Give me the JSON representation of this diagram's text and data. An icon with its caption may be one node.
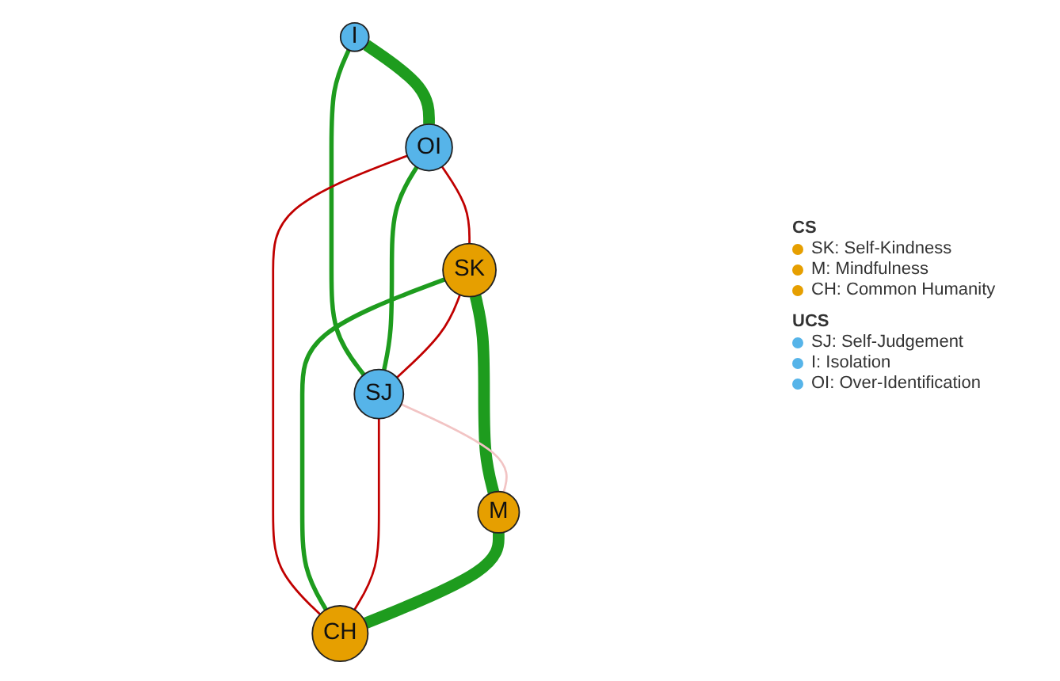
{
  "diagram": {
    "nodes": [
      {
        "text": [
          "OI"
        ]
      },
      {
        "text": [
          "I"
        ]
      },
      {
        "text": [
          "SK"
        ]
      },
      {
        "text": [
          "SJ"
        ]
      },
      {
        "text": [
          "M"
        ]
      },
      {
        "text": [
          "CH"
        ]
      }
    ],
    "edges": [
      {
        "from": 1,
        "to": 0,
        "arrow": "none",
        "style": "thick"
      },
      {
        "from": 1,
        "to": 3,
        "arrow": "none"
      },
      {
        "from": 0,
        "to": 3,
        "arrow": "none"
      },
      {
        "from": 0,
        "to": 2,
        "arrow": "none",
        "color": "#c00000"
      },
      {
        "from": 0,
        "to": 5,
        "arrow": "none",
        "color": "#c00000"
      },
      {
        "from": 2,
        "to": 3,
        "arrow": "none",
        "color": "#c00000"
      },
      {
        "from": 2,
        "to": 4,
        "arrow": "none",
        "style": "thick"
      },
      {
        "from": 2,
        "to": 5,
        "arrow": "none"
      },
      {
        "from": 3,
        "to": 4,
        "arrow": "none",
        "color": "#f2c4c4"
      },
      {
        "from": 3,
        "to": 5,
        "arrow": "none",
        "color": "#c00000"
      },
      {
        "from": 4,
        "to": 5,
        "arrow": "none",
        "style": "thick"
      }
    ],
    "labels": [
      "CS",
      "UCS"
    ],
    "legend": [
      {
        "text": "SK: Self-Kindness",
        "color": "#e69f00"
      },
      {
        "text": "M: Mindfulness",
        "color": "#e69f00"
      },
      {
        "text": "CH: Common Humanity",
        "color": "#e69f00"
      },
      {
        "text": "SJ: Self-Judgement",
        "color": "#56b4e9"
      },
      {
        "text": "I: Isolation",
        "color": "#56b4e9"
      },
      {
        "text": "OI: Over-Identification",
        "color": "#56b4e9"
      }
    ]
  }
}
